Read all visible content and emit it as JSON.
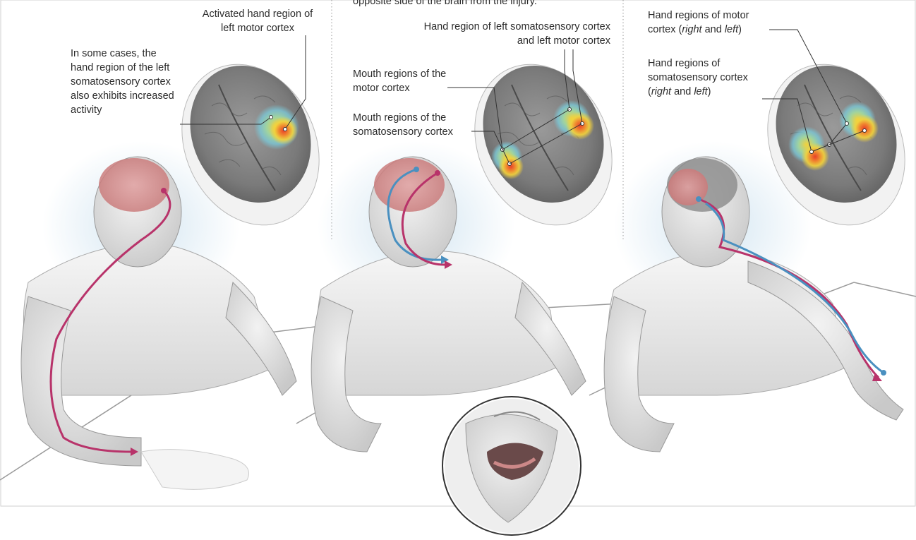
{
  "panel1": {
    "label_activated": "Activated hand region of left motor cortex",
    "label_some_cases": "In some cases, the hand region of the left somatosensory cortex also exhibits increased activity"
  },
  "panel2": {
    "intro_fragment": "opposite side of the brain from the injury.",
    "label_hand": "Hand region of left somatosensory cortex and left motor cortex",
    "label_mouth_motor": "Mouth regions of the motor cortex",
    "label_mouth_somato": "Mouth regions of the somatosensory cortex"
  },
  "panel3": {
    "label_motor_prefix": "Hand regions of motor cortex (",
    "right_word": "right",
    "and_word": " and ",
    "left_word": "left",
    "close_paren": ")",
    "label_somato_prefix": "Hand regions of somatosensory cortex ("
  },
  "colors": {
    "pathway_magenta": "#b8336a",
    "pathway_blue": "#4a90c0",
    "activation_red": "#e8402a",
    "activation_yellow": "#f4d23a",
    "activation_cyan": "#7cc7d6"
  }
}
